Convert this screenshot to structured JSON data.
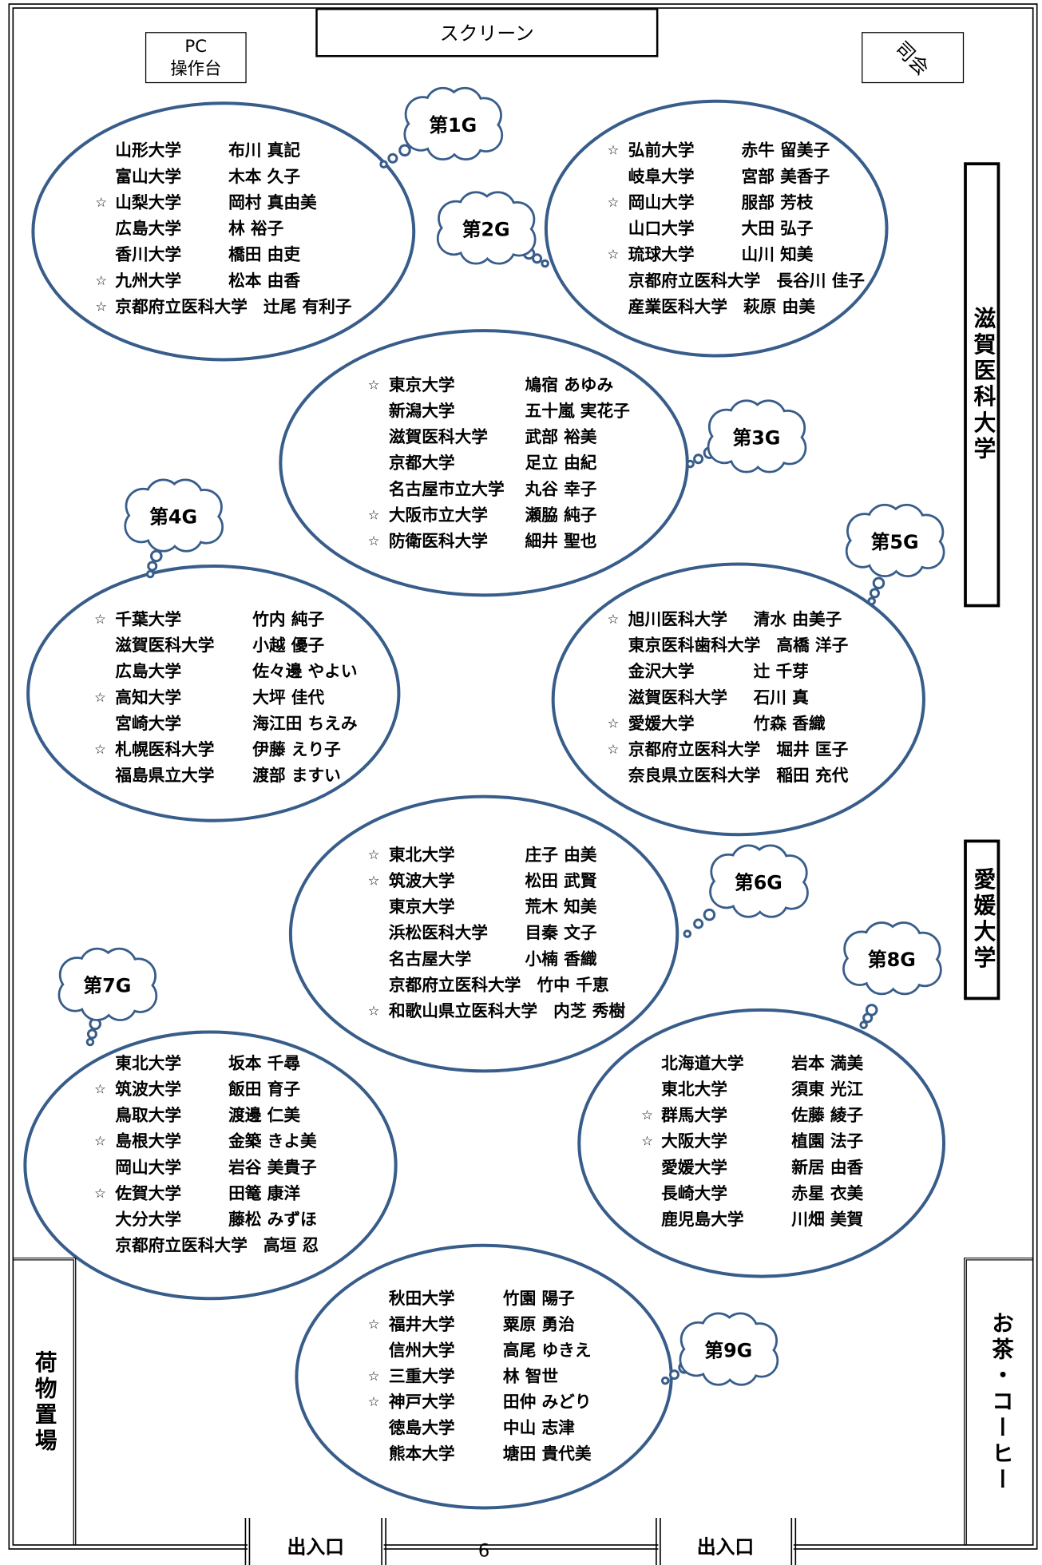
{
  "colors": {
    "outline": "#385D8A",
    "frame": "#000000"
  },
  "room": {
    "screen_label": "スクリーン",
    "pc_label_line1": "PC",
    "pc_label_line2": "操作台",
    "mc_label": "司会",
    "side_label_upper": "滋賀医科大学",
    "side_label_lower": "愛媛大学",
    "luggage_label": "荷物置場",
    "coffee_label": "お茶・コーヒー",
    "entrance_left": "出入口",
    "entrance_right": "出入口",
    "page_number": "6"
  },
  "groups": [
    {
      "label": "第1G",
      "members": [
        {
          "mark": "",
          "university": "山形大学",
          "name": "布川 真記"
        },
        {
          "mark": "",
          "university": "富山大学",
          "name": "木本 久子"
        },
        {
          "mark": "☆",
          "university": "山梨大学",
          "name": "岡村 真由美"
        },
        {
          "mark": "",
          "university": "広島大学",
          "name": "林 裕子"
        },
        {
          "mark": "",
          "university": "香川大学",
          "name": "橋田 由吏"
        },
        {
          "mark": "☆",
          "university": "九州大学",
          "name": "松本 由香"
        },
        {
          "mark": "☆",
          "university": "京都府立医科大学",
          "name": "辻尾 有利子"
        }
      ]
    },
    {
      "label": "第2G",
      "members": [
        {
          "mark": "☆",
          "university": "弘前大学",
          "name": "赤牛 留美子"
        },
        {
          "mark": "",
          "university": "岐阜大学",
          "name": "宮部 美香子"
        },
        {
          "mark": "☆",
          "university": "岡山大学",
          "name": "服部 芳枝"
        },
        {
          "mark": "",
          "university": "山口大学",
          "name": "大田 弘子"
        },
        {
          "mark": "☆",
          "university": "琉球大学",
          "name": "山川 知美"
        },
        {
          "mark": "",
          "university": "京都府立医科大学",
          "name": "長谷川 佳子"
        },
        {
          "mark": "",
          "university": "産業医科大学",
          "name": "萩原 由美"
        }
      ]
    },
    {
      "label": "第3G",
      "members": [
        {
          "mark": "☆",
          "university": "東京大学",
          "name": "鳩宿 あゆみ"
        },
        {
          "mark": "",
          "university": "新潟大学",
          "name": "五十嵐 実花子"
        },
        {
          "mark": "",
          "university": "滋賀医科大学",
          "name": "武部 裕美"
        },
        {
          "mark": "",
          "university": "京都大学",
          "name": "足立 由紀"
        },
        {
          "mark": "",
          "university": "名古屋市立大学",
          "name": "丸谷 幸子"
        },
        {
          "mark": "☆",
          "university": "大阪市立大学",
          "name": "瀬脇 純子"
        },
        {
          "mark": "☆",
          "university": "防衛医科大学",
          "name": "細井 聖也"
        }
      ]
    },
    {
      "label": "第4G",
      "members": [
        {
          "mark": "☆",
          "university": "千葉大学",
          "name": "竹内 純子"
        },
        {
          "mark": "",
          "university": "滋賀医科大学",
          "name": "小越 優子"
        },
        {
          "mark": "",
          "university": "広島大学",
          "name": "佐々邊 やよい"
        },
        {
          "mark": "☆",
          "university": "高知大学",
          "name": "大坪 佳代"
        },
        {
          "mark": "",
          "university": "宮崎大学",
          "name": "海江田 ちえみ"
        },
        {
          "mark": "☆",
          "university": "札幌医科大学",
          "name": "伊藤 えり子"
        },
        {
          "mark": "",
          "university": "福島県立大学",
          "name": "渡部 ますい"
        }
      ]
    },
    {
      "label": "第5G",
      "members": [
        {
          "mark": "☆",
          "university": "旭川医科大学",
          "name": "清水 由美子"
        },
        {
          "mark": "",
          "university": "東京医科歯科大学",
          "name": "高橋 洋子"
        },
        {
          "mark": "",
          "university": "金沢大学",
          "name": "辻 千芽"
        },
        {
          "mark": "",
          "university": "滋賀医科大学",
          "name": "石川 真"
        },
        {
          "mark": "☆",
          "university": "愛媛大学",
          "name": "竹森 香織"
        },
        {
          "mark": "☆",
          "university": "京都府立医科大学",
          "name": "堀井 匡子"
        },
        {
          "mark": "",
          "university": "奈良県立医科大学",
          "name": "稲田 充代"
        }
      ]
    },
    {
      "label": "第6G",
      "members": [
        {
          "mark": "☆",
          "university": "東北大学",
          "name": "庄子 由美"
        },
        {
          "mark": "☆",
          "university": "筑波大学",
          "name": "松田 武賢"
        },
        {
          "mark": "",
          "university": "東京大学",
          "name": "荒木 知美"
        },
        {
          "mark": "",
          "university": "浜松医科大学",
          "name": "目秦 文子"
        },
        {
          "mark": "",
          "university": "名古屋大学",
          "name": "小楠 香織"
        },
        {
          "mark": "",
          "university": "京都府立医科大学",
          "name": "竹中 千恵"
        },
        {
          "mark": "☆",
          "university": "和歌山県立医科大学",
          "name": "内芝 秀樹"
        }
      ]
    },
    {
      "label": "第7G",
      "members": [
        {
          "mark": "",
          "university": "東北大学",
          "name": "坂本 千尋"
        },
        {
          "mark": "☆",
          "university": "筑波大学",
          "name": "飯田 育子"
        },
        {
          "mark": "",
          "university": "鳥取大学",
          "name": "渡邊 仁美"
        },
        {
          "mark": "☆",
          "university": "島根大学",
          "name": "金築 きよ美"
        },
        {
          "mark": "",
          "university": "岡山大学",
          "name": "岩谷 美貴子"
        },
        {
          "mark": "☆",
          "university": "佐賀大学",
          "name": "田篭 康洋"
        },
        {
          "mark": "",
          "university": "大分大学",
          "name": "藤松 みずほ"
        },
        {
          "mark": "",
          "university": "京都府立医科大学",
          "name": "高垣 忍"
        }
      ]
    },
    {
      "label": "第8G",
      "members": [
        {
          "mark": "",
          "university": "北海道大学",
          "name": "岩本 満美"
        },
        {
          "mark": "",
          "university": "東北大学",
          "name": "須東 光江"
        },
        {
          "mark": "☆",
          "university": "群馬大学",
          "name": "佐藤 綾子"
        },
        {
          "mark": "☆",
          "university": "大阪大学",
          "name": "植園 法子"
        },
        {
          "mark": "",
          "university": "愛媛大学",
          "name": "新居 由香"
        },
        {
          "mark": "",
          "university": "長崎大学",
          "name": "赤星 衣美"
        },
        {
          "mark": "",
          "university": "鹿児島大学",
          "name": "川畑 美賀"
        }
      ]
    },
    {
      "label": "第9G",
      "members": [
        {
          "mark": "",
          "university": "秋田大学",
          "name": "竹園 陽子"
        },
        {
          "mark": "☆",
          "university": "福井大学",
          "name": "粟原 勇治"
        },
        {
          "mark": "",
          "university": "信州大学",
          "name": "高尾 ゆきえ"
        },
        {
          "mark": "☆",
          "university": "三重大学",
          "name": "林 智世"
        },
        {
          "mark": "☆",
          "university": "神戸大学",
          "name": "田仲 みどり"
        },
        {
          "mark": "",
          "university": "徳島大学",
          "name": "中山 志津"
        },
        {
          "mark": "",
          "university": "熊本大学",
          "name": "塘田 貴代美"
        }
      ]
    }
  ]
}
